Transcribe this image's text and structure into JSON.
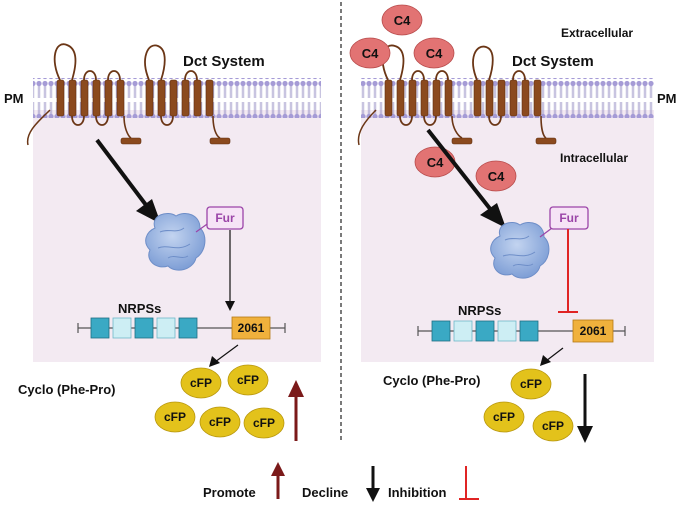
{
  "labels": {
    "pm": "PM",
    "dct_system": "Dct System",
    "extracellular": "Extracellular",
    "intracellular": "Intracellular",
    "fur": "Fur",
    "nrpss": "NRPSs",
    "gene_2061": "2061",
    "cyclo": "Cyclo (Phe-Pro)",
    "c4": "C4",
    "cfp": "cFP"
  },
  "legend": {
    "promote": "Promote",
    "decline": "Decline",
    "inhibition": "Inhibition"
  },
  "colors": {
    "cytoplasm": "#f3eaf2",
    "membrane_head": "#a59bd6",
    "helix": "#8b4a1e",
    "c4": "#e27373",
    "cfp": "#e3c21b",
    "fur_border": "#9b44a8",
    "gene_box": "#f0b13c",
    "nrps_dark": "#3aa9c4",
    "nrps_light": "#cdeef4",
    "promote_arrow": "#7b1a1a",
    "inhibit": "#e02424"
  }
}
